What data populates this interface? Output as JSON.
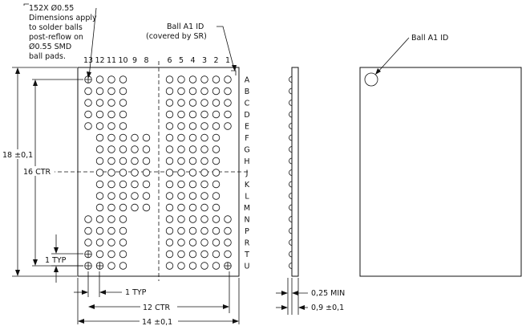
{
  "notes": {
    "ball_count_line1": "152X Ø0.55",
    "ball_note": [
      "Dimensions apply",
      "to solder balls",
      "post-reflow on",
      "Ø0.55 SMD",
      "ball pads."
    ],
    "a1_id_line1": "Ball A1 ID",
    "a1_id_line2": "(covered by SR)",
    "a1_id_top": "Ball A1 ID"
  },
  "grid": {
    "columns": [
      "13",
      "12",
      "11",
      "10",
      "9",
      "8",
      "6",
      "5",
      "4",
      "3",
      "2",
      "1"
    ],
    "rows": [
      "A",
      "B",
      "C",
      "D",
      "E",
      "F",
      "G",
      "H",
      "J",
      "K",
      "L",
      "M",
      "N",
      "P",
      "R",
      "T",
      "U"
    ],
    "outer_rows": [
      "A",
      "B",
      "C",
      "D",
      "E",
      "N",
      "P",
      "R",
      "T",
      "U"
    ],
    "inner_rows": [
      "F",
      "G",
      "H",
      "J",
      "K",
      "L",
      "M"
    ],
    "outer_columns": [
      "13",
      "12",
      "11",
      "10",
      "6",
      "5",
      "4",
      "3",
      "2",
      "1"
    ],
    "inner_columns": [
      "12",
      "11",
      "10",
      "9",
      "8",
      "6",
      "5",
      "4",
      "3",
      "2"
    ],
    "marked_balls": [
      [
        "A",
        "13"
      ],
      [
        "T",
        "13"
      ],
      [
        "U",
        "13"
      ],
      [
        "U",
        "12"
      ],
      [
        "U",
        "1"
      ]
    ]
  },
  "dimensions": {
    "height": "18 ±0,1",
    "row_span": "16 CTR",
    "row_pitch": "1 TYP",
    "col_pitch": "1 TYP",
    "col_span": "12 CTR",
    "width": "14 ±0,1",
    "standoff": "0,25 MIN",
    "thickness": "0,9 ±0,1"
  }
}
